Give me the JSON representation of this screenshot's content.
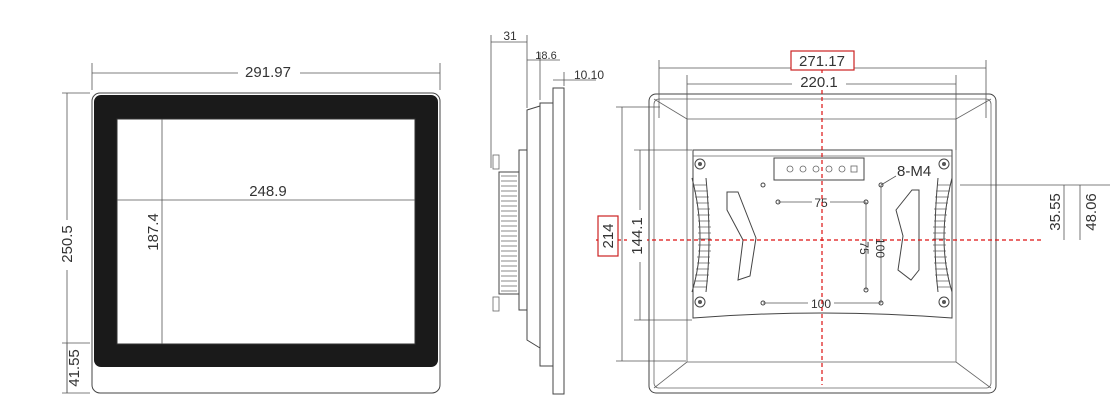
{
  "front_view": {
    "overall_width": "291.97",
    "overall_height": "250.5",
    "active_width": "248.9",
    "active_height": "187.4",
    "bottom_bezel": "41.55"
  },
  "side_view": {
    "depth_total": "31",
    "depth_mid": "18.6",
    "front_thickness": "10.10"
  },
  "rear_view": {
    "cutout_width": "271.17",
    "inner_width": "220.1",
    "cutout_height": "214",
    "inner_height": "144.1",
    "vesa_label": "8-M4",
    "vesa_75_horizontal": "75",
    "vesa_75_vertical": "75",
    "vesa_100_horizontal": "100",
    "vesa_100_vertical": "100",
    "offset_small": "35.55",
    "offset_large": "48.06"
  },
  "colors": {
    "bezel": "#1a1a1a",
    "centerline": "#dd1111",
    "highlight_box": "#cc2222"
  }
}
